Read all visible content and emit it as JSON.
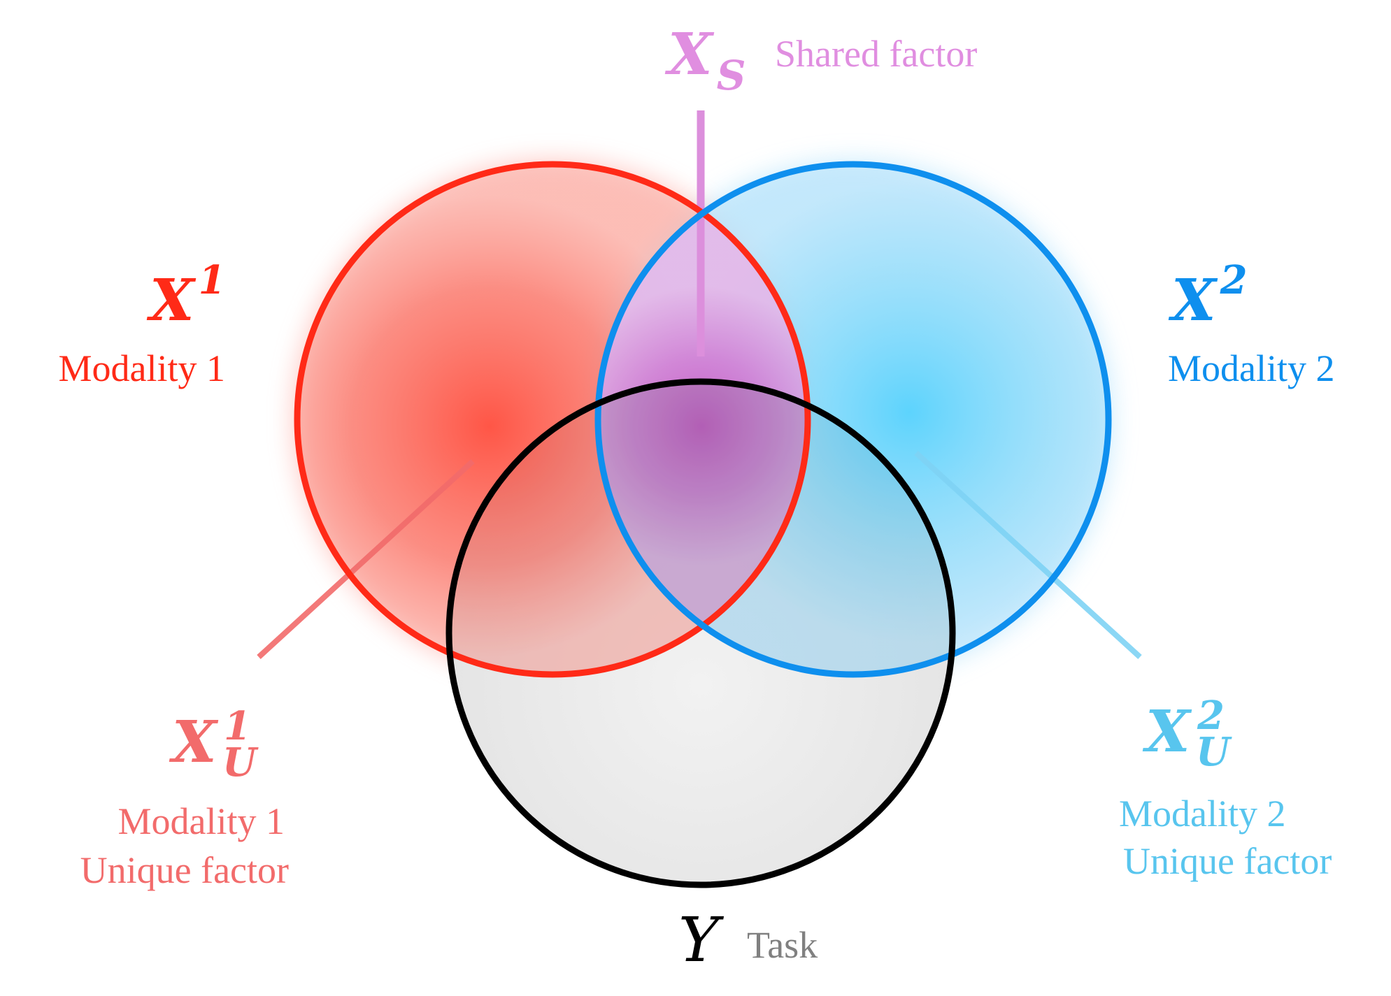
{
  "colors": {
    "modality1": "#ff2a17",
    "modality1_light": "#f26b6b",
    "modality2": "#0e8fee",
    "modality2_light": "#58c5ee",
    "shared": "#e08ee0",
    "task": "#000000",
    "task_label": "#808080"
  },
  "shared": {
    "symbol": "X",
    "subscript": "S",
    "label": "Shared factor"
  },
  "modality1": {
    "symbol": "X",
    "superscript": "1",
    "label": "Modality 1"
  },
  "modality2": {
    "symbol": "X",
    "superscript": "2",
    "label": "Modality 2"
  },
  "unique1": {
    "symbol": "X",
    "superscript": "1",
    "subscript": "U",
    "label_line1": "Modality 1",
    "label_line2": "Unique factor"
  },
  "unique2": {
    "symbol": "X",
    "superscript": "2",
    "subscript": "U",
    "label_line1": "Modality 2",
    "label_line2": "Unique factor"
  },
  "task": {
    "symbol": "Y",
    "label": "Task"
  }
}
